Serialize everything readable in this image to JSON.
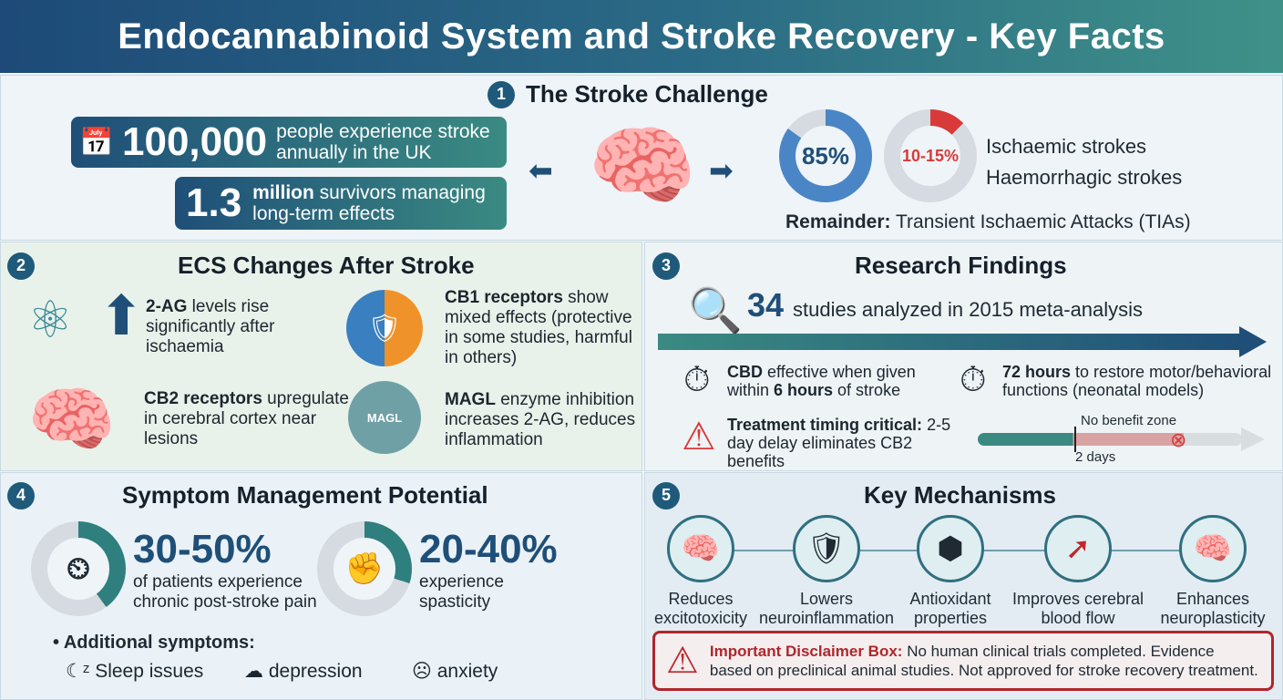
{
  "title": "Endocannabinoid System and Stroke Recovery - Key Facts",
  "s1": {
    "num": "1",
    "title": "The Stroke Challenge",
    "stat1": {
      "value": "100,000",
      "text": "people experience stroke annually in the UK"
    },
    "stat2": {
      "value": "1.3",
      "bold": "million",
      "text": " survivors managing long-term effects"
    },
    "donut1": {
      "label": "85%",
      "percent": 85,
      "color": "#4a86c5"
    },
    "donut2": {
      "label": "10-15%",
      "percent": 12.5,
      "color": "#d83a3a"
    },
    "legend": [
      "Ischaemic strokes",
      "Haemorrhagic strokes"
    ],
    "remainder_bold": "Remainder:",
    "remainder": " Transient Ischaemic Attacks (TIAs)"
  },
  "s2": {
    "num": "2",
    "title": "ECS Changes After Stroke",
    "items": [
      {
        "bold": "2-AG",
        "text": " levels rise significantly after ischaemia"
      },
      {
        "bold": "CB1 receptors",
        "text": " show mixed effects (protective in some studies, harmful in others)"
      },
      {
        "bold": "CB2 receptors",
        "text": " upregulate in cerebral cortex near lesions"
      },
      {
        "bold": "MAGL",
        "text": " enzyme inhibition increases 2-AG, reduces inflammation"
      }
    ],
    "magl_label": "MAGL"
  },
  "s3": {
    "num": "3",
    "title": "Research Findings",
    "studies_value": "34",
    "studies_text": "studies analyzed in 2015 meta-analysis",
    "cbd": {
      "bold1": "CBD",
      "t1": " effective when given within ",
      "bold2": "6 hours",
      "t2": " of stroke"
    },
    "h72": {
      "bold": "72 hours",
      "text": " to restore motor/behavioral functions (neonatal models)"
    },
    "timing": {
      "bold": "Treatment timing critical:",
      "text": " 2-5 day delay eliminates CB2 benefits"
    },
    "zone_label": "No benefit zone",
    "days_label": "2 days"
  },
  "s4": {
    "num": "4",
    "title": "Symptom Management Potential",
    "pain": {
      "value": "30-50%",
      "text": "of patients experience chronic post-stroke pain",
      "percent": 40
    },
    "spasticity": {
      "value": "20-40%",
      "text": "experience spasticity",
      "percent": 30
    },
    "additional_label": "Additional symptoms:",
    "symptoms": [
      "Sleep issues",
      "depression",
      "anxiety"
    ]
  },
  "s5": {
    "num": "5",
    "title": "Key Mechanisms",
    "mechanisms": [
      "Reduces excitotoxicity",
      "Lowers neuroinflammation",
      "Antioxidant properties",
      "Improves cerebral blood flow",
      "Enhances neuroplasticity"
    ],
    "disclaimer_bold": "Important Disclaimer Box:",
    "disclaimer": " No human clinical trials completed. Evidence based on preclinical animal studies. Not approved for stroke recovery treatment."
  },
  "colors": {
    "header_start": "#1d4a78",
    "header_end": "#3f9188",
    "teal": "#2f7f7f",
    "navy": "#1f4f78",
    "alert": "#c0262c"
  }
}
